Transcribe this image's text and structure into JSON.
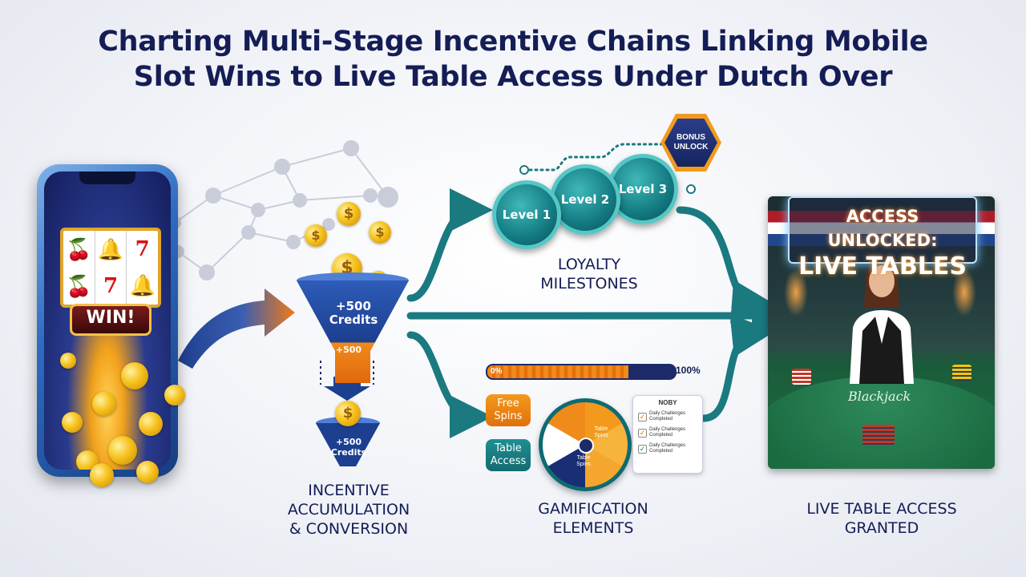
{
  "title": {
    "line1": "Charting Multi-Stage Incentive Chains Linking Mobile",
    "line2": "Slot Wins to Live Table Access Under Dutch Over"
  },
  "phone": {
    "win_label": "WIN!"
  },
  "funnel": {
    "top_amount": "+500",
    "top_unit": "Credits",
    "mid_amount": "+500",
    "bottom_amount": "+500",
    "bottom_unit": "Credits"
  },
  "labels": {
    "incentive_line1": "INCENTIVE",
    "incentive_line2": "ACCUMULATION",
    "incentive_line3": "& CONVERSION",
    "loyalty_line1": "LOYALTY",
    "loyalty_line2": "MILESTONES",
    "gamification_line1": "GAMIFICATION",
    "gamification_line2": "ELEMENTS",
    "live_line1": "LIVE TABLE ACCESS",
    "live_line2": "GRANTED"
  },
  "loyalty": {
    "levels": [
      "Level 1",
      "Level 2",
      "Level 3"
    ],
    "bonus_line1": "BONUS",
    "bonus_line2": "UNLOCK"
  },
  "gamification": {
    "progress_start": "0%",
    "progress_end": "100%",
    "progress_fraction": 0.75,
    "free_spins": "Free Spins",
    "table_access": "Table Access",
    "wheel_label1": "Table Spins",
    "wheel_label2": "Table Spins",
    "checklist_title": "NOBY",
    "checklist_items": [
      "Daily Challenges Completed",
      "Daily Challenges Completed",
      "Daily Challenges Completed"
    ]
  },
  "live_tables": {
    "headline1": "ACCESS UNLOCKED:",
    "headline2": "LIVE TABLES",
    "table_text": "Blackjack"
  },
  "colors": {
    "title": "#141d55",
    "teal": "#1a7a80",
    "orange": "#f08a1a",
    "navy": "#1c2a6a"
  }
}
